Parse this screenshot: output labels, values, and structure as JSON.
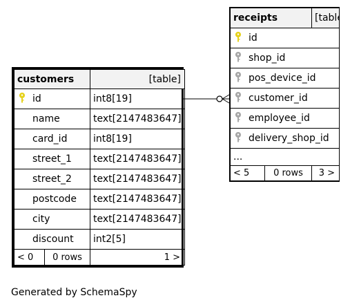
{
  "customers": {
    "name": "customers",
    "kind": "[table]",
    "columns": [
      {
        "name": "id",
        "type": "int8[19]",
        "key": "primary"
      },
      {
        "name": "name",
        "type": "text[2147483647]",
        "key": "none"
      },
      {
        "name": "card_id",
        "type": "int8[19]",
        "key": "none"
      },
      {
        "name": "street_1",
        "type": "text[2147483647]",
        "key": "none"
      },
      {
        "name": "street_2",
        "type": "text[2147483647]",
        "key": "none"
      },
      {
        "name": "postcode",
        "type": "text[2147483647]",
        "key": "none"
      },
      {
        "name": "city",
        "type": "text[2147483647]",
        "key": "none"
      },
      {
        "name": "discount",
        "type": "int2[5]",
        "key": "none"
      }
    ],
    "footer": {
      "parents": "< 0",
      "rows": "0 rows",
      "children": "1 >"
    }
  },
  "receipts": {
    "name": "receipts",
    "kind": "[table]",
    "columns": [
      {
        "name": "id",
        "key": "primary"
      },
      {
        "name": "shop_id",
        "key": "foreign"
      },
      {
        "name": "pos_device_id",
        "key": "foreign"
      },
      {
        "name": "customer_id",
        "key": "foreign"
      },
      {
        "name": "employee_id",
        "key": "foreign"
      },
      {
        "name": "delivery_shop_id",
        "key": "foreign"
      }
    ],
    "more": "...",
    "footer": {
      "parents": "< 5",
      "rows": "0 rows",
      "children": "3 >"
    }
  },
  "footer_text": "Generated by SchemaSpy",
  "colors": {
    "primary_key": "#e6d21e",
    "foreign_key": "#a8a8a8",
    "header_bg": "#f2f2f2"
  }
}
